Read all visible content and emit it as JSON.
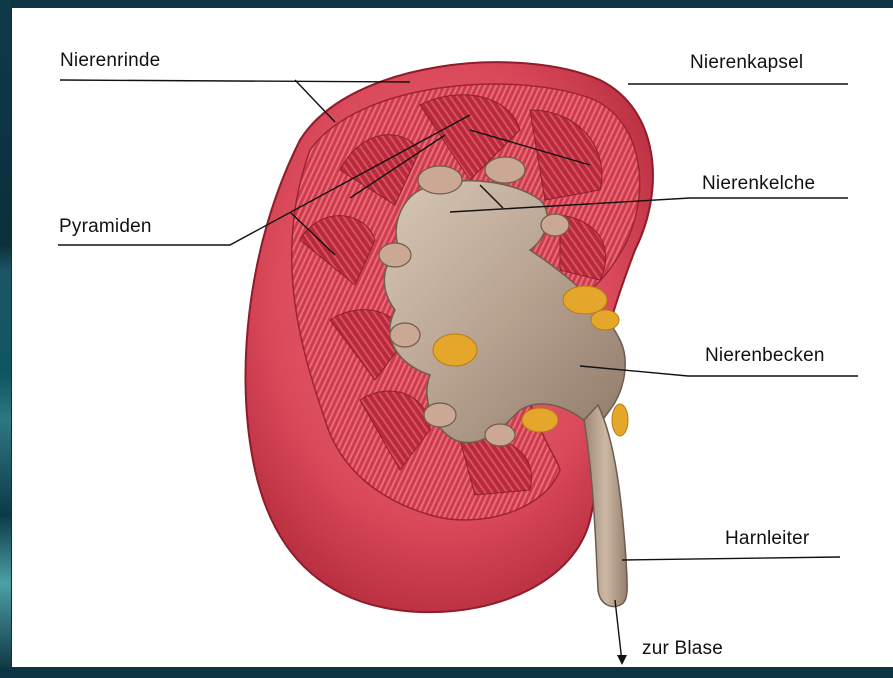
{
  "labels": {
    "nierenrinde": "Nierenrinde",
    "nierenkapsel": "Nierenkapsel",
    "nierenkelche": "Nierenkelche",
    "pyramiden": "Pyramiden",
    "nierenbecken": "Nierenbecken",
    "harnleiter": "Harnleiter",
    "zur_blase": "zur Blase"
  },
  "colors": {
    "background": "#0b2f3b",
    "panel": "#ffffff",
    "cortex": "#e05a67",
    "cortex_dark": "#b9303f",
    "medulla": "#c93a4b",
    "pelvis": "#b9a594",
    "fat": "#e3a62a",
    "leader_line": "#111111"
  }
}
